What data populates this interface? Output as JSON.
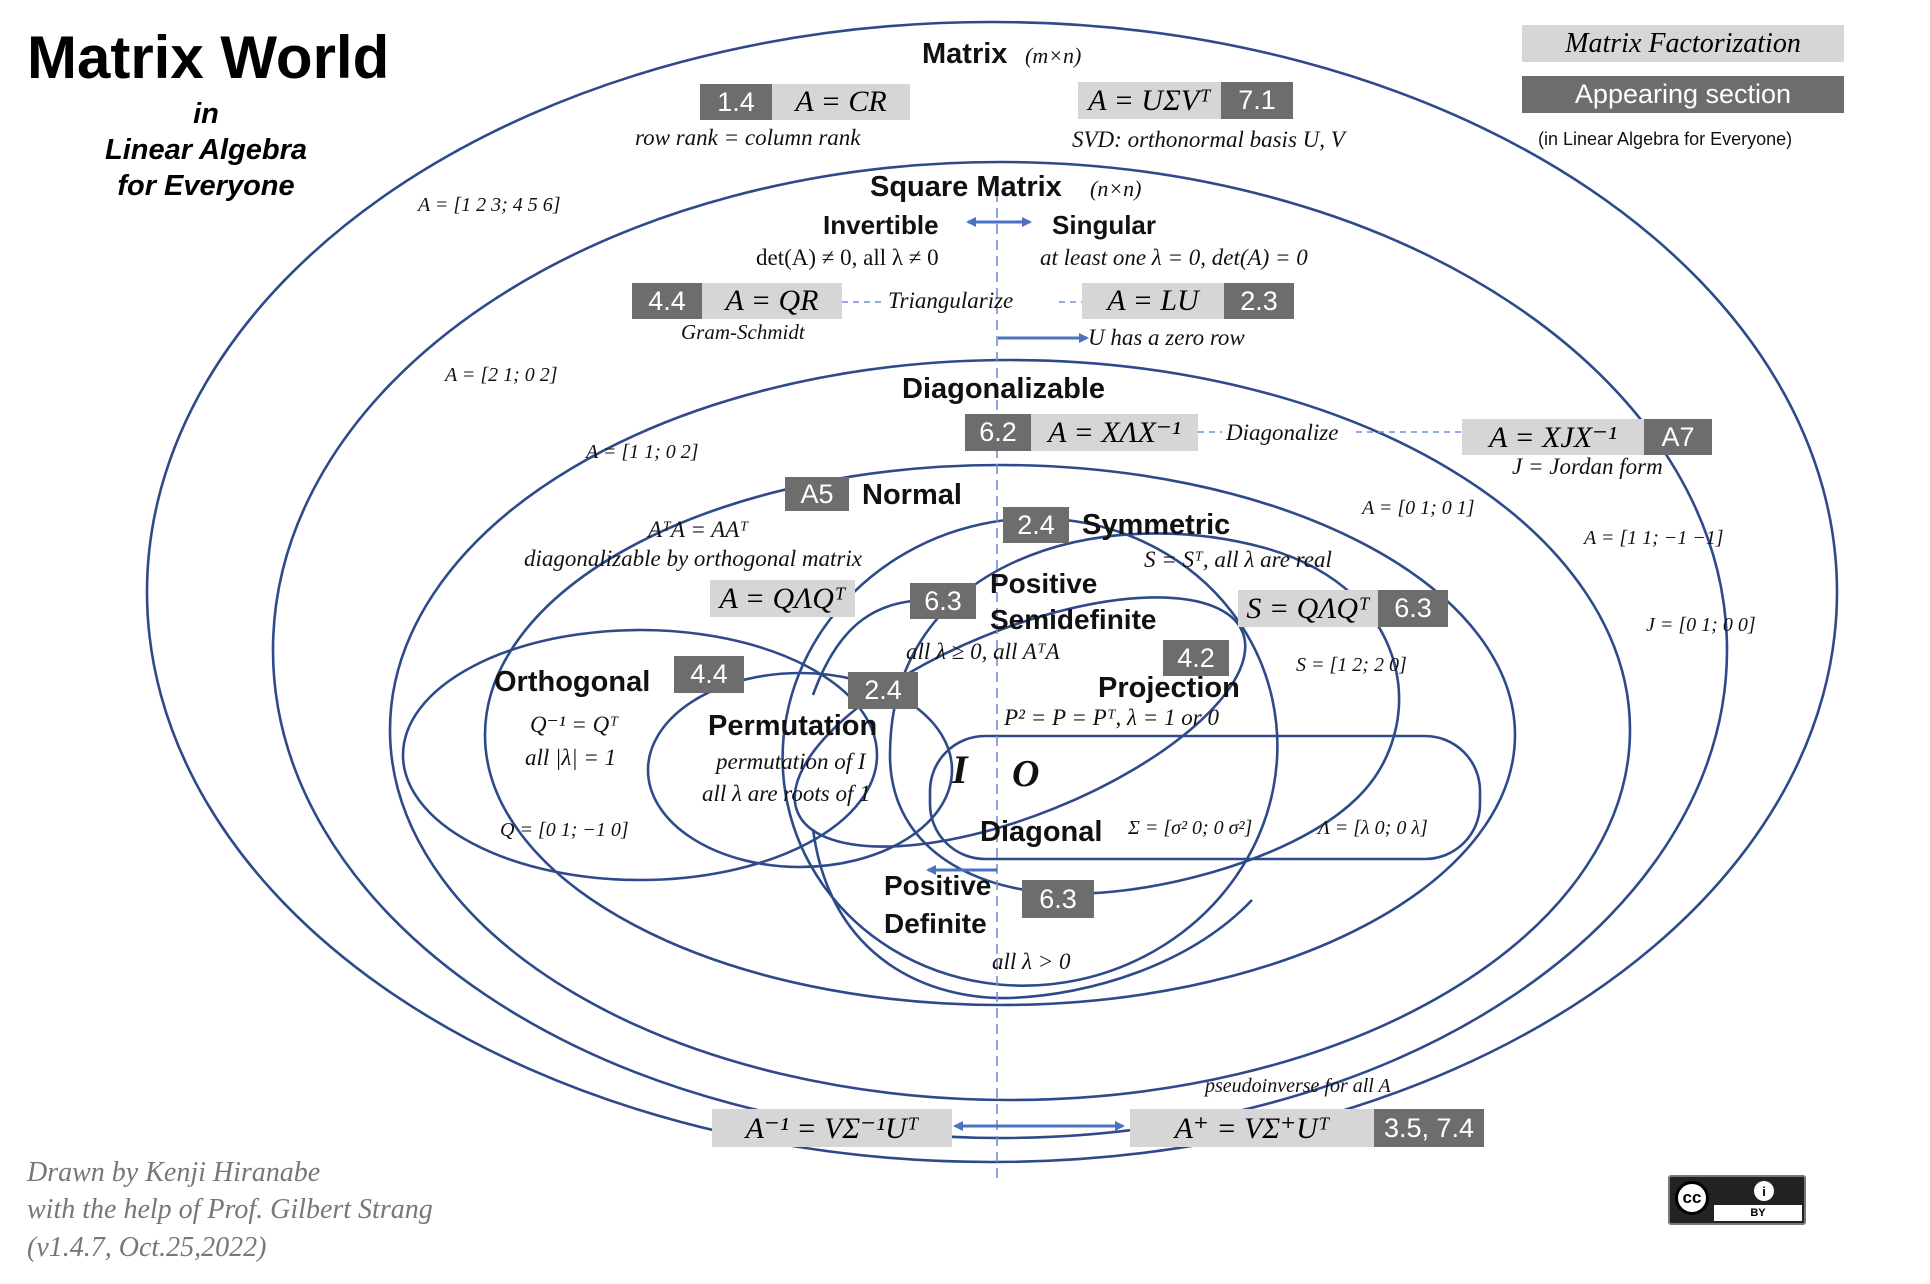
{
  "title": "Matrix World",
  "subtitle": [
    "in",
    "Linear Algebra",
    "for Everyone"
  ],
  "legend": {
    "factorization": "Matrix Factorization",
    "section": "Appearing section",
    "note": "(in Linear Algebra for Everyone)"
  },
  "matrix": {
    "title": "Matrix",
    "dims": "(m×n)",
    "cr": {
      "section": "1.4",
      "eq": "A = CR",
      "note": "row rank = column rank"
    },
    "svd": {
      "section": "7.1",
      "eq": "A = UΣVᵀ",
      "note": "SVD:  orthonormal basis U, V"
    },
    "example": "A = [1 2 3; 4 5 6]"
  },
  "square": {
    "title": "Square Matrix",
    "dims": "(n×n)",
    "invertible": "Invertible",
    "invertible_cond": "det(A) ≠ 0, all λ ≠ 0",
    "singular": "Singular",
    "singular_cond": "at least one λ = 0, det(A)  =  0",
    "qr": {
      "section": "4.4",
      "eq": "A = QR",
      "note": "Gram-Schmidt"
    },
    "triangularize": "Triangularize",
    "lu": {
      "section": "2.3",
      "eq": "A = LU",
      "note": "U has a zero row"
    },
    "example": "A = [2 1; 0 2]"
  },
  "diagonalizable": {
    "title": "Diagonalizable",
    "eig": {
      "section": "6.2",
      "eq": "A = XΛX⁻¹"
    },
    "diagonalize": "Diagonalize",
    "jordan": {
      "section": "A7",
      "eq": "A = XJX⁻¹",
      "note": "J = Jordan form"
    },
    "example": "A = [1 1; 0 2]"
  },
  "outside_examples": {
    "a": "A = [0 1; 0 1]",
    "b": "A = [1 1; −1 −1]",
    "j": "J = [0 1; 0 0]"
  },
  "normal": {
    "section": "A5",
    "title": "Normal",
    "cond": "AᵀA = AAᵀ",
    "note": "diagonalizable by orthogonal matrix",
    "eq": "A = QΛQᵀ"
  },
  "symmetric": {
    "section": "2.4",
    "title": "Symmetric",
    "cond": "S = Sᵀ, all λ are real",
    "eq": "S = QΛQᵀ",
    "eq_section": "6.3",
    "example": "S = [1 2; 2 0]"
  },
  "psd": {
    "section": "6.3",
    "title": [
      "Positive",
      "Semidefinite"
    ],
    "cond": "all λ ≥ 0, all AᵀA"
  },
  "projection": {
    "section": "4.2",
    "title": "Projection",
    "cond": "P² = P = Pᵀ, λ = 1 or 0"
  },
  "orthogonal": {
    "section": "4.4",
    "title": "Orthogonal",
    "cond": "Q⁻¹ = Qᵀ",
    "cond2": "all  |λ| = 1",
    "example": "Q = [0 1; −1 0]"
  },
  "permutation": {
    "section": "2.4",
    "title": "Permutation",
    "note": "permutation of I",
    "note2": "all  λ are roots of 1"
  },
  "identity": "I",
  "zero": "O",
  "diagonal": {
    "title": "Diagonal",
    "sigma": "Σ = [σ² 0; 0 σ²]",
    "lambda": "Λ = [λ 0; 0 λ]"
  },
  "pd": {
    "section": "6.3",
    "title": [
      "Positive",
      "Definite"
    ],
    "cond": "all λ > 0"
  },
  "bottom": {
    "inverse": "A⁻¹ = VΣ⁻¹Uᵀ",
    "pseudo": "A⁺ = VΣ⁺Uᵀ",
    "pseudo_section": "3.5, 7.4",
    "pseudo_note": "pseudoinverse for all A"
  },
  "credit": [
    "Drawn by Kenji Hiranabe",
    "with the help of Prof. Gilbert Strang",
    "(v1.4.7, Oct.25,2022)"
  ],
  "license": {
    "cc": "cc",
    "by": "BY"
  },
  "colors": {
    "stroke": "#2e4a8a",
    "arrow": "#4a72c0",
    "dark_box": "#6d6d6d",
    "light_box": "#d6d6d6"
  }
}
